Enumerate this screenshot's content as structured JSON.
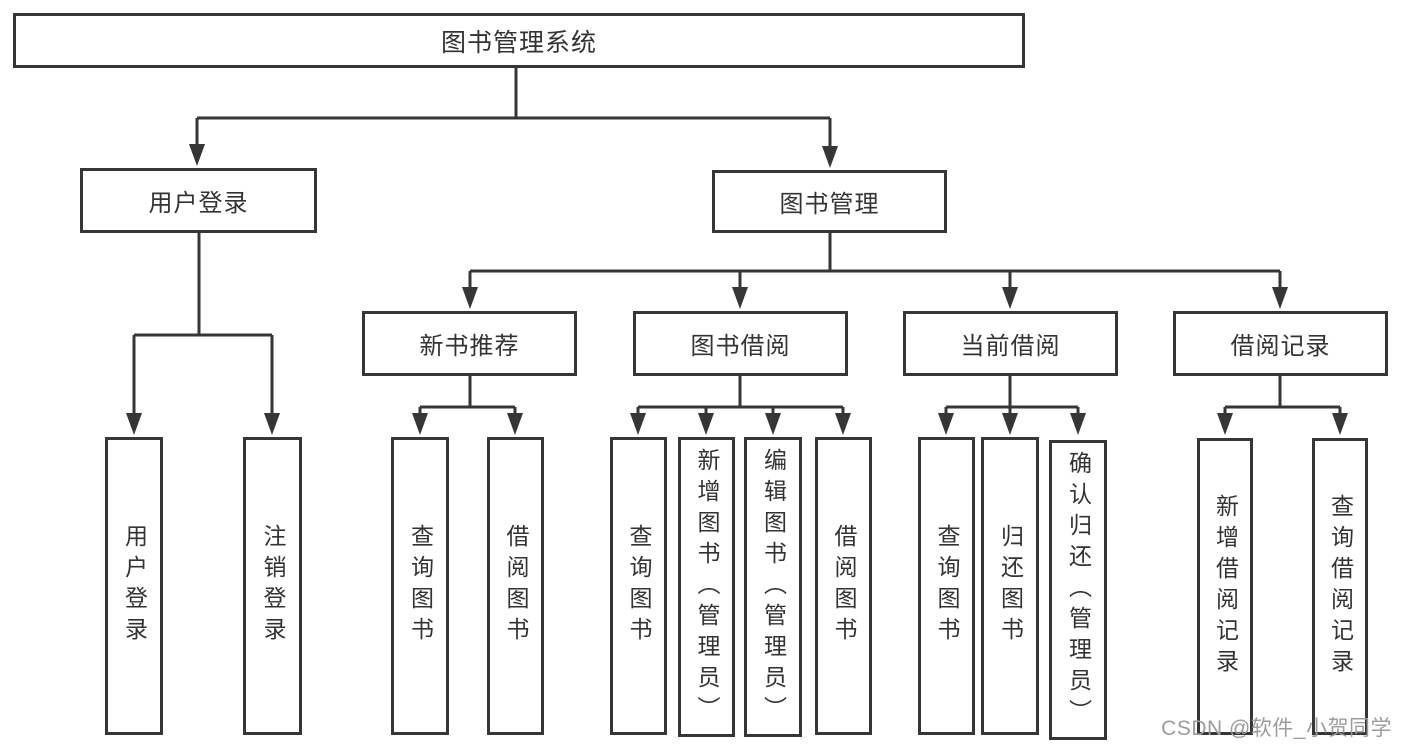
{
  "diagram": {
    "title": "图书管理系统",
    "root": {
      "label": "图书管理系统"
    },
    "level2": {
      "user_login": {
        "label": "用户登录"
      },
      "book_management": {
        "label": "图书管理"
      }
    },
    "level3": {
      "new_book_rec": {
        "label": "新书推荐"
      },
      "book_borrow": {
        "label": "图书借阅"
      },
      "current_borrow": {
        "label": "当前借阅"
      },
      "borrow_records": {
        "label": "借阅记录"
      }
    },
    "leaves": {
      "user_login_children": {
        "login": {
          "label": "用户登录"
        },
        "logout": {
          "label": "注销登录"
        }
      },
      "new_book_rec_children": {
        "query_books": {
          "label": "查询图书"
        },
        "borrow_books": {
          "label": "借阅图书"
        }
      },
      "book_borrow_children": {
        "query_books": {
          "label": "查询图书"
        },
        "add_books_admin": {
          "label": "新增图书（管理员）"
        },
        "edit_books_admin": {
          "label": "编辑图书（管理员）"
        },
        "borrow_books": {
          "label": "借阅图书"
        }
      },
      "current_borrow_children": {
        "query_books": {
          "label": "查询图书"
        },
        "return_books": {
          "label": "归还图书"
        },
        "confirm_return_admin": {
          "label": "确认归还（管理员）"
        }
      },
      "borrow_records_children": {
        "add_borrow_record": {
          "label": "新增借阅记录"
        },
        "query_borrow_record": {
          "label": "查询借阅记录"
        }
      }
    }
  },
  "watermark": {
    "text": "CSDN @软件_小贺同学"
  },
  "colors": {
    "line": "#363636",
    "box_border": "#363636",
    "text": "#333333",
    "watermark": "#9c9c9c",
    "background": "#ffffff"
  }
}
